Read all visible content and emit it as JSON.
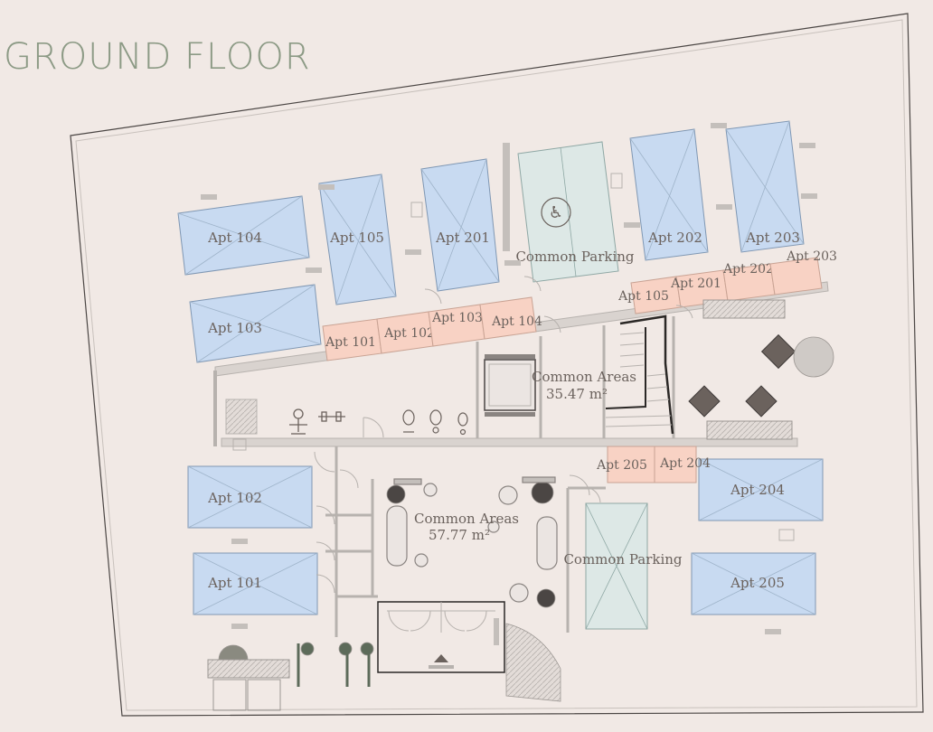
{
  "title": "GROUND FLOOR",
  "colors": {
    "background": "#f1e9e5",
    "parking_blue": "#c8daf1",
    "common_parking": "#dde8e6",
    "storage_pink": "#f8d2c4",
    "title_green": "#8c9a85",
    "wall": "#b7b2ae",
    "label": "#6b625d"
  },
  "parking_spaces": [
    {
      "id": "p104",
      "label": "Apt 104"
    },
    {
      "id": "p105",
      "label": "Apt 105"
    },
    {
      "id": "p201",
      "label": "Apt 201"
    },
    {
      "id": "pcommon1",
      "label": "Common Parking"
    },
    {
      "id": "p202",
      "label": "Apt 202"
    },
    {
      "id": "p203",
      "label": "Apt 203"
    },
    {
      "id": "p103",
      "label": "Apt 103"
    },
    {
      "id": "p102",
      "label": "Apt 102"
    },
    {
      "id": "p101",
      "label": "Apt 101"
    },
    {
      "id": "p204",
      "label": "Apt 204"
    },
    {
      "id": "p205",
      "label": "Apt 205"
    },
    {
      "id": "pcommon2",
      "label": "Common Parking"
    }
  ],
  "storage_units": [
    {
      "id": "s101",
      "label": "Apt 101"
    },
    {
      "id": "s102",
      "label": "Apt 102"
    },
    {
      "id": "s103",
      "label": "Apt 103"
    },
    {
      "id": "s104",
      "label": "Apt 104"
    },
    {
      "id": "s105",
      "label": "Apt 105"
    },
    {
      "id": "s201",
      "label": "Apt 201"
    },
    {
      "id": "s202",
      "label": "Apt 202"
    },
    {
      "id": "s203",
      "label": "Apt 203"
    },
    {
      "id": "s205",
      "label": "Apt 205"
    },
    {
      "id": "s204",
      "label": "Apt 204"
    }
  ],
  "common_areas": [
    {
      "id": "ca1",
      "name": "Common Areas",
      "area": "35.47 m²"
    },
    {
      "id": "ca2",
      "name": "Common Areas",
      "area": "57.77 m²"
    }
  ],
  "icons": [
    "wheelchair-icon",
    "staircase-icon",
    "elevator-icon",
    "gym-equipment-icon",
    "toilet-icon",
    "sink-icon",
    "table-chairs-icon",
    "plant-icon",
    "sofa-icon",
    "door-icon"
  ]
}
